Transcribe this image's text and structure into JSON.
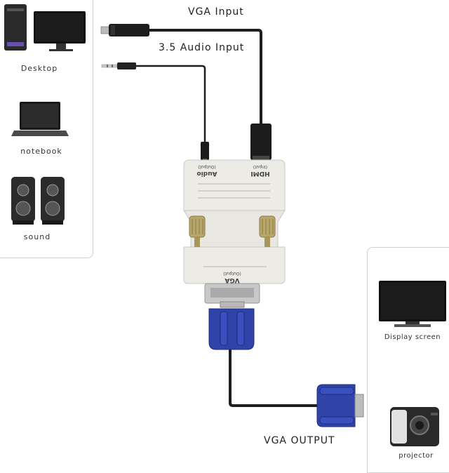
{
  "labels": {
    "vga_input": "VGA Input",
    "audio_input": "3.5 Audio Input",
    "vga_output": "VGA OUTPUT"
  },
  "devices": {
    "desktop": "Desktop",
    "notebook": "notebook",
    "sound": "sound",
    "display_screen": "Display screen",
    "projector": "projector"
  },
  "adapter": {
    "audio_port_label": "Audio",
    "audio_port_sub": "(Output)",
    "hdmi_port_label": "HDMI",
    "hdmi_port_sub": "(Input)",
    "vga_port_label": "VGA",
    "vga_port_sub": "(Output)"
  },
  "colors": {
    "adapter_body": "#ecebe6",
    "vga_blue": "#2f43a8",
    "cable": "#1e1e1e",
    "panel_border": "#cfcfcf"
  }
}
